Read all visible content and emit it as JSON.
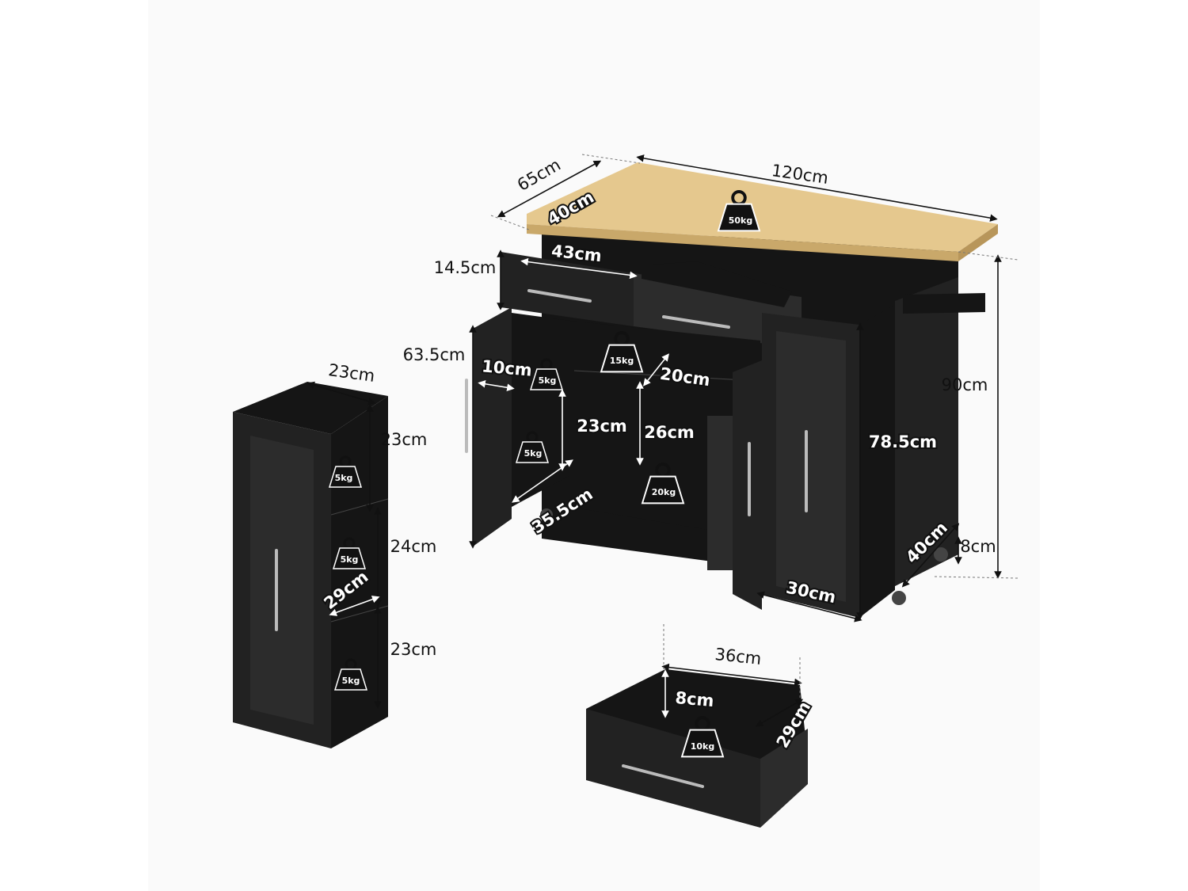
{
  "colors": {
    "cabinet": "#151515",
    "worktop": "#e5c88e",
    "handle": "#bbbbbb"
  },
  "icons": [
    "weight-icon"
  ],
  "main_unit": {
    "length": "120cm",
    "depth": "65cm",
    "inner_depth": "40cm",
    "drawer_width": "43cm",
    "drawer_height": "14.5cm",
    "cabinet_height": "63.5cm",
    "total_height": "90cm",
    "side_cabinet_height": "78.5cm",
    "wheel_height": "8cm",
    "side_depth": "40cm",
    "side_width": "30cm",
    "door_shelf_depth": "10cm",
    "shelf_gap": "23cm",
    "shelf_depth": "20cm",
    "lower_height": "26cm",
    "inner_width": "35.5cm",
    "worktop_load": "50kg",
    "drawer_shelf_load": "15kg",
    "door_shelf_load_top": "5kg",
    "door_shelf_load_bottom": "5kg",
    "bottom_load": "20kg"
  },
  "side_cabinet": {
    "width": "23cm",
    "shelf1_height": "23cm",
    "shelf2_height": "24cm",
    "shelf3_height": "23cm",
    "depth": "29cm",
    "shelf1_load": "5kg",
    "shelf2_load": "5kg",
    "shelf3_load": "5kg"
  },
  "drawer": {
    "width": "36cm",
    "height": "8cm",
    "depth": "29cm",
    "load": "10kg"
  }
}
